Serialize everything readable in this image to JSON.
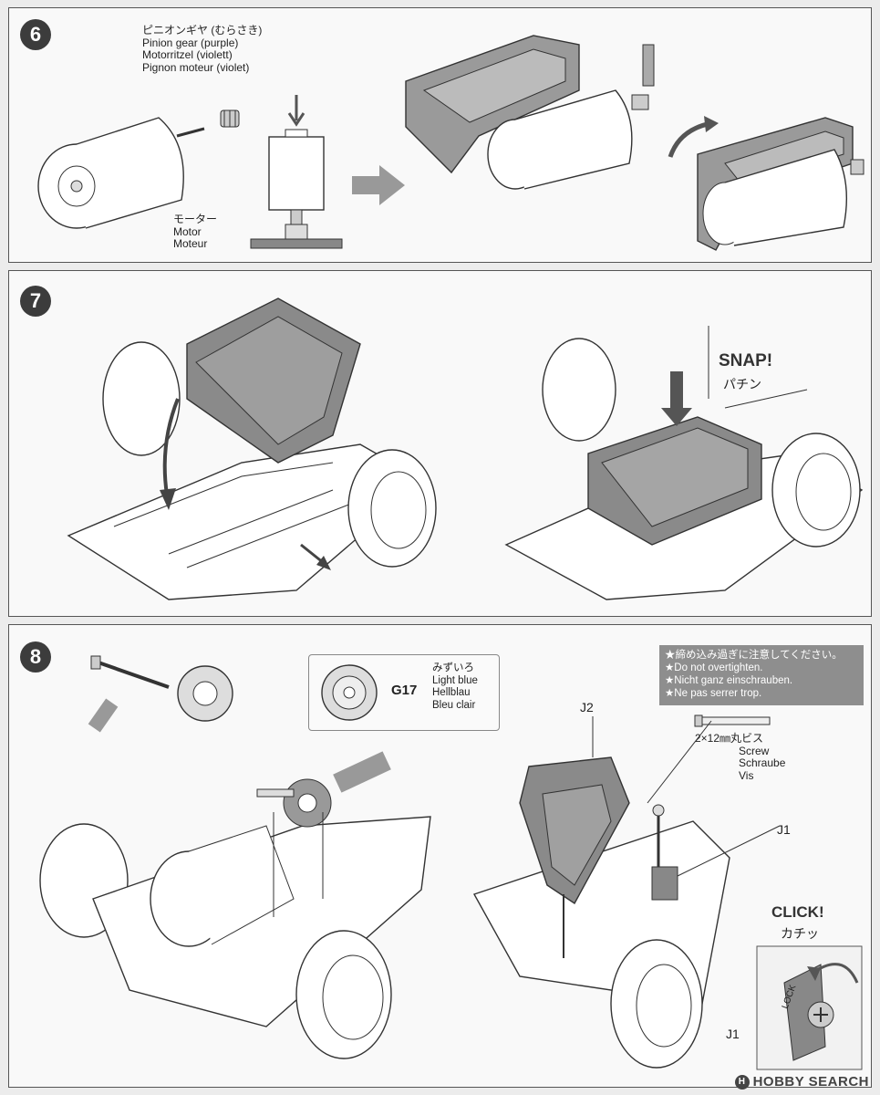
{
  "steps": [
    {
      "number": "6"
    },
    {
      "number": "7"
    },
    {
      "number": "8"
    }
  ],
  "step6": {
    "pinion_label": [
      "ピニオンギヤ (むらさき)",
      "Pinion gear (purple)",
      "Motorritzel (violett)",
      "Pignon moteur (violet)"
    ],
    "motor_label": [
      "モーター",
      "Motor",
      "Moteur"
    ]
  },
  "step7": {
    "snap": "SNAP!",
    "snap_jp": "パチン"
  },
  "step8": {
    "g17_code": "G17",
    "g17_label": [
      "みずいろ",
      "Light blue",
      "Hellblau",
      "Bleu clair"
    ],
    "warning": [
      "★締め込み過ぎに注意してください。",
      "★Do not overtighten.",
      "★Nicht ganz einschrauben.",
      "★Ne pas serrer trop."
    ],
    "screw_label": [
      "2×12㎜丸ビス",
      "Screw",
      "Schraube",
      "Vis"
    ],
    "j2": "J2",
    "j1_top": "J1",
    "click": "CLICK!",
    "click_jp": "カチッ",
    "lock": "LOCK",
    "j1_bottom": "J1"
  },
  "watermark": {
    "text": "HOBBY SEARCH",
    "logo": "H"
  },
  "colors": {
    "badge": "#3c3c3c",
    "warning_bg": "#8e8e8e",
    "panel_border": "#555555",
    "part_dark": "#8a8a8a"
  }
}
